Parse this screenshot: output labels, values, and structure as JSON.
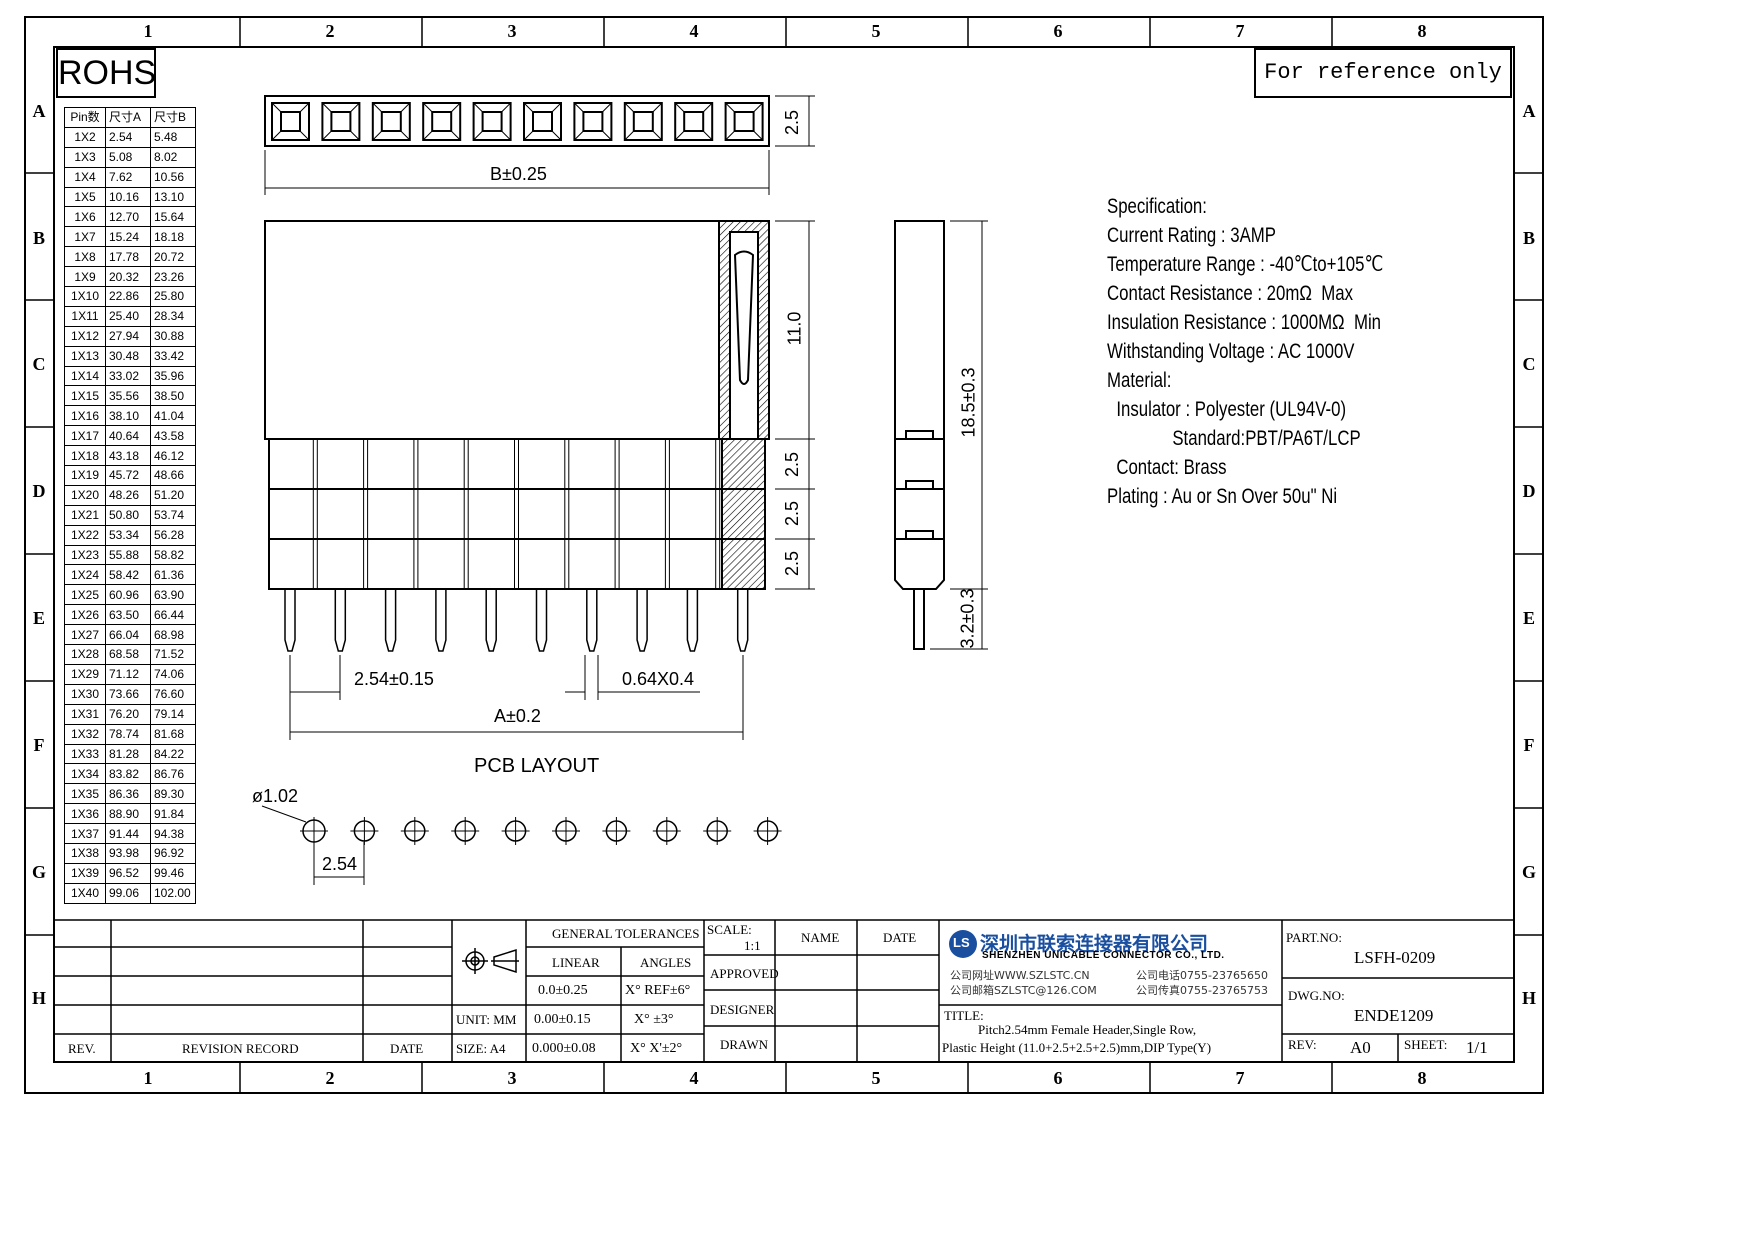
{
  "zones": {
    "columns": [
      "1",
      "2",
      "3",
      "4",
      "5",
      "6",
      "7",
      "8"
    ],
    "rows": [
      "A",
      "B",
      "C",
      "D",
      "E",
      "F",
      "G",
      "H"
    ]
  },
  "rohs": "ROHS",
  "reference_note": "For reference only",
  "pin_table": {
    "headers": [
      "Pin数",
      "尺寸A",
      "尺寸B"
    ],
    "rows": [
      [
        "1X2",
        "2.54",
        "5.48"
      ],
      [
        "1X3",
        "5.08",
        "8.02"
      ],
      [
        "1X4",
        "7.62",
        "10.56"
      ],
      [
        "1X5",
        "10.16",
        "13.10"
      ],
      [
        "1X6",
        "12.70",
        "15.64"
      ],
      [
        "1X7",
        "15.24",
        "18.18"
      ],
      [
        "1X8",
        "17.78",
        "20.72"
      ],
      [
        "1X9",
        "20.32",
        "23.26"
      ],
      [
        "1X10",
        "22.86",
        "25.80"
      ],
      [
        "1X11",
        "25.40",
        "28.34"
      ],
      [
        "1X12",
        "27.94",
        "30.88"
      ],
      [
        "1X13",
        "30.48",
        "33.42"
      ],
      [
        "1X14",
        "33.02",
        "35.96"
      ],
      [
        "1X15",
        "35.56",
        "38.50"
      ],
      [
        "1X16",
        "38.10",
        "41.04"
      ],
      [
        "1X17",
        "40.64",
        "43.58"
      ],
      [
        "1X18",
        "43.18",
        "46.12"
      ],
      [
        "1X19",
        "45.72",
        "48.66"
      ],
      [
        "1X20",
        "48.26",
        "51.20"
      ],
      [
        "1X21",
        "50.80",
        "53.74"
      ],
      [
        "1X22",
        "53.34",
        "56.28"
      ],
      [
        "1X23",
        "55.88",
        "58.82"
      ],
      [
        "1X24",
        "58.42",
        "61.36"
      ],
      [
        "1X25",
        "60.96",
        "63.90"
      ],
      [
        "1X26",
        "63.50",
        "66.44"
      ],
      [
        "1X27",
        "66.04",
        "68.98"
      ],
      [
        "1X28",
        "68.58",
        "71.52"
      ],
      [
        "1X29",
        "71.12",
        "74.06"
      ],
      [
        "1X30",
        "73.66",
        "76.60"
      ],
      [
        "1X31",
        "76.20",
        "79.14"
      ],
      [
        "1X32",
        "78.74",
        "81.68"
      ],
      [
        "1X33",
        "81.28",
        "84.22"
      ],
      [
        "1X34",
        "83.82",
        "86.76"
      ],
      [
        "1X35",
        "86.36",
        "89.30"
      ],
      [
        "1X36",
        "88.90",
        "91.84"
      ],
      [
        "1X37",
        "91.44",
        "94.38"
      ],
      [
        "1X38",
        "93.98",
        "96.92"
      ],
      [
        "1X39",
        "96.52",
        "99.46"
      ],
      [
        "1X40",
        "99.06",
        "102.00"
      ]
    ]
  },
  "dimensions": {
    "b_width": "B±0.25",
    "top_height": "2.5",
    "body_height": "11.0",
    "tier1": "2.5",
    "tier2": "2.5",
    "tier3": "2.5",
    "pitch": "2.54±0.15",
    "pin_size": "0.64X0.4",
    "a_width": "A±0.2",
    "side_total": "18.5±0.3",
    "side_tail": "3.2±0.3",
    "pcb_title": "PCB LAYOUT",
    "hole_dia": "ø1.02",
    "pcb_pitch": "2.54"
  },
  "spec_lines": [
    "Specification:",
    "Current Rating : 3AMP",
    "Temperature Range : -40℃to+105℃",
    "Contact Resistance : 20mΩ  Max",
    "Insulation Resistance : 1000MΩ  Min",
    "Withstanding Voltage : AC 1000V",
    "Material:",
    "  Insulator : Polyester (UL94V-0)",
    "              Standard:PBT/PA6T/LCP",
    "  Contact: Brass",
    "Plating : Au or Sn Over 50u\" Ni"
  ],
  "title_block": {
    "rev_header": "REV.",
    "revision_record": "REVISION RECORD",
    "date_header": "DATE",
    "unit": "UNIT: MM",
    "size": "SIZE: A4",
    "general_tol": "GENERAL TOLERANCES",
    "linear": "LINEAR",
    "angles": "ANGLES",
    "lin1": "0.0±0.25",
    "lin2": "0.00±0.15",
    "lin3": "0.000±0.08",
    "ang1": "X° REF±6°",
    "ang2": "X° ±3°",
    "ang3": "X° X'±2°",
    "scale_label": "SCALE:",
    "scale_value": "1:1",
    "name": "NAME",
    "date": "DATE",
    "approved": "APPROVED",
    "designer": "DESIGNER",
    "drawn": "DRAWN",
    "company_cn": "深圳市联索连接器有限公司",
    "company_en": "SHENZHEN UNICABLE CONNECTOR CO., LTD.",
    "web": "公司网址WWW.SZLSTC.CN",
    "email": "公司邮箱SZLSTC@126.COM",
    "tel": "公司电话0755-23765650",
    "fax": "公司传真0755-23765753",
    "title_label": "TITLE:",
    "title_line1": "Pitch2.54mm Female Header,Single Row,",
    "title_line2": "Plastic Height (11.0+2.5+2.5+2.5)mm,DIP Type(Y)",
    "part_label": "PART.NO:",
    "part_no": "LSFH-0209",
    "dwg_label": "DWG.NO:",
    "dwg_no": "ENDE1209",
    "rev_label": "REV:",
    "rev_value": "A0",
    "sheet_label": "SHEET:",
    "sheet_value": "1/1",
    "logo_text": "LS"
  }
}
